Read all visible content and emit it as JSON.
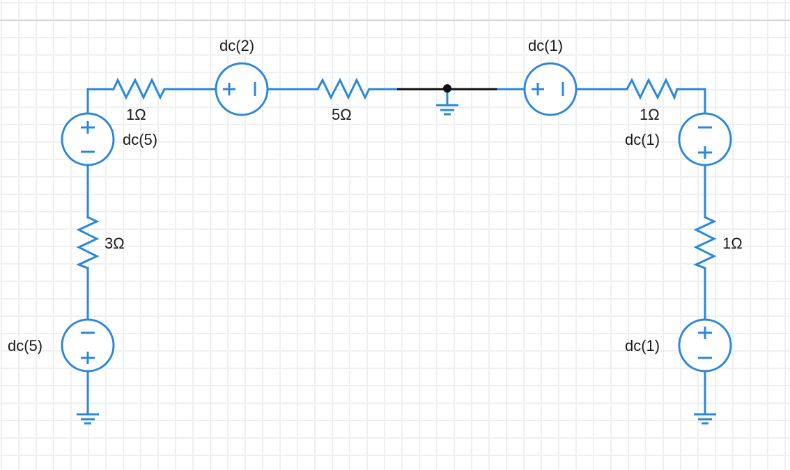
{
  "canvas": {
    "background": "#ffffff",
    "grid_color": "#eef0f0",
    "component_color": "#2b87dc",
    "node_wire_color": "#111111"
  },
  "components": {
    "r_top_left": {
      "type": "resistor",
      "label": "1Ω"
    },
    "v_top_left": {
      "type": "dc_voltage_source",
      "label": "dc(2)",
      "polarity": "plus-left"
    },
    "r_top_mid": {
      "type": "resistor",
      "label": "5Ω"
    },
    "v_top_right": {
      "type": "dc_voltage_source",
      "label": "dc(1)",
      "polarity": "plus-left"
    },
    "r_top_right": {
      "type": "resistor",
      "label": "1Ω"
    },
    "v_left_upper": {
      "type": "dc_voltage_source",
      "label": "dc(5)",
      "polarity": "plus-top"
    },
    "r_left": {
      "type": "resistor",
      "label": "3Ω"
    },
    "v_left_lower": {
      "type": "dc_voltage_source",
      "label": "dc(5)",
      "polarity": "minus-top"
    },
    "v_right_upper": {
      "type": "dc_voltage_source",
      "label": "dc(1)",
      "polarity": "minus-top"
    },
    "r_right": {
      "type": "resistor",
      "label": "1Ω"
    },
    "v_right_lower": {
      "type": "dc_voltage_source",
      "label": "dc(1)",
      "polarity": "plus-top"
    }
  },
  "symbols": {
    "plus": "+",
    "minus": "−"
  },
  "grounds": [
    "ground-center-node",
    "ground-left-bottom",
    "ground-right-bottom"
  ]
}
